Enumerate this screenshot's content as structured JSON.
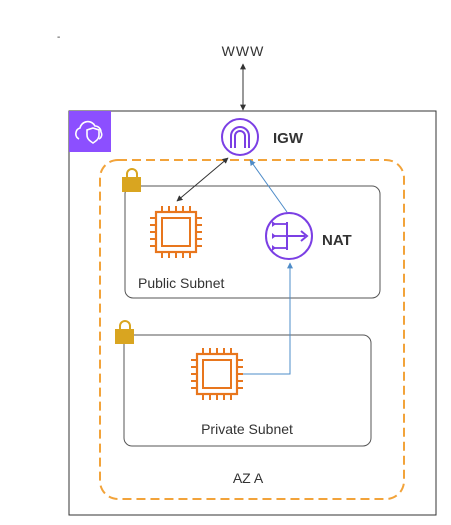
{
  "labels": {
    "internet": "WWW",
    "igw": "IGW",
    "nat": "NAT",
    "public_subnet": "Public Subnet",
    "private_subnet": "Private Subnet",
    "az": "AZ A",
    "stray_mark": "-"
  },
  "colors": {
    "vpc_icon_bg": "#8C4FFF",
    "gateway_purple": "#7B3FE4",
    "ec2_orange": "#E8761D",
    "az_dash_orange": "#F2A33A",
    "lock_gold": "#D9A520",
    "nat_arrow_blue": "#4E8CC8",
    "outline_dark": "#333333",
    "subnet_border": "#555555"
  },
  "icons": {
    "vpc": "vpc-cloud-shield-icon",
    "igw": "internet-gateway-icon",
    "nat": "nat-gateway-icon",
    "ec2_public": "ec2-instance-icon",
    "ec2_private": "ec2-instance-icon",
    "lock_public": "lock-icon",
    "lock_private": "lock-icon"
  }
}
